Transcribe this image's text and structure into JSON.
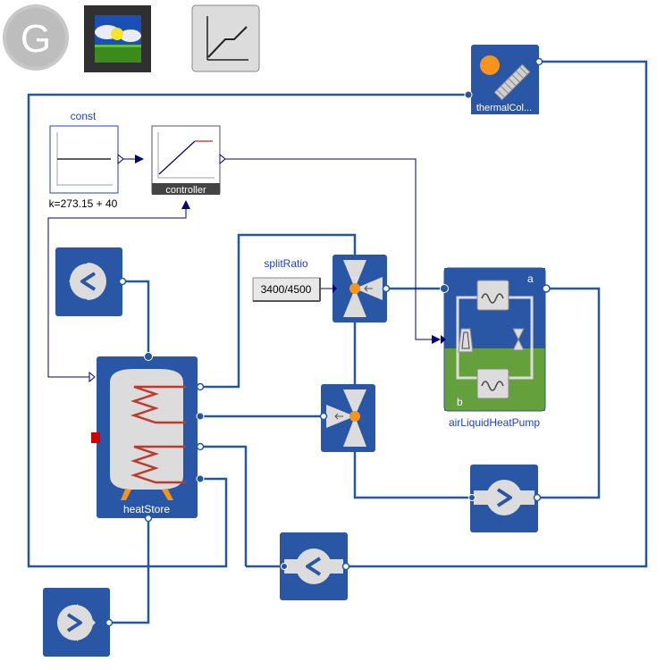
{
  "blocks": {
    "const": {
      "name": "const",
      "param": "k=273.15 + 40"
    },
    "controller": {
      "name": "controller"
    },
    "split_ratio": {
      "name": "splitRatio",
      "value": "3400/4500"
    },
    "thermal_collector": {
      "name": "thermalCol..."
    },
    "heat_pump": {
      "name": "airLiquidHeatPump",
      "port_a": "a",
      "port_b": "b"
    },
    "heat_store": {
      "name": "heatStore"
    },
    "global_icon": {
      "letter": "G"
    }
  },
  "colors": {
    "wire": "#2457a0",
    "signal": "#000080",
    "block_blue": "#2a56a6",
    "heat_pump_green": "#64a03c",
    "orange": "#f7941d",
    "coil_red": "#c0392b",
    "signal_label_blue": "#1f3fd2"
  }
}
